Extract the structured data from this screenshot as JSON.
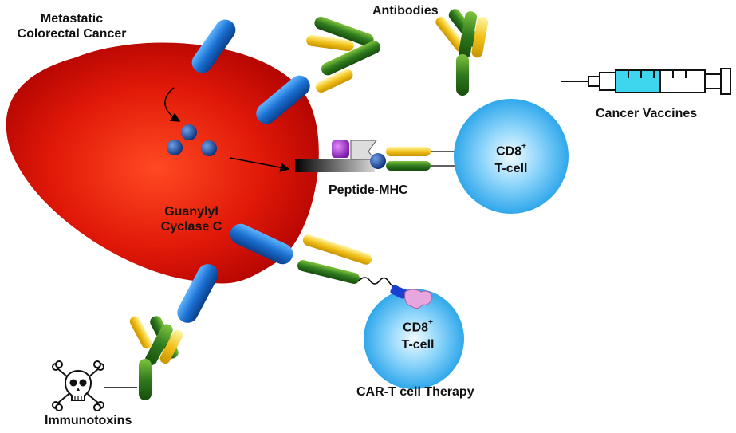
{
  "labels": {
    "metastatic_line1": "Metastatic",
    "metastatic_line2": "Colorectal Cancer",
    "antibodies": "Antibodies",
    "cancer_vaccines": "Cancer Vaccines",
    "peptide_mhc": "Peptide-MHC",
    "guanylyl_line1": "Guanylyl",
    "guanylyl_line2": "Cyclase C",
    "cd8": "CD8",
    "cd8_sup": "+",
    "t_cell": "T-cell",
    "car_t": "CAR-T cell Therapy",
    "immunotoxins": "Immunotoxins"
  },
  "colors": {
    "tumor_center": "#ff3a1a",
    "tumor_edge": "#b30000",
    "receptor": "#1a6fd1",
    "antibody_heavy": "#2f7a1e",
    "antibody_light": "#f2c21b",
    "tcell": "#29a9ee",
    "vaccine_fluid": "#3ed6ee",
    "peptide": "#b03ad6"
  }
}
